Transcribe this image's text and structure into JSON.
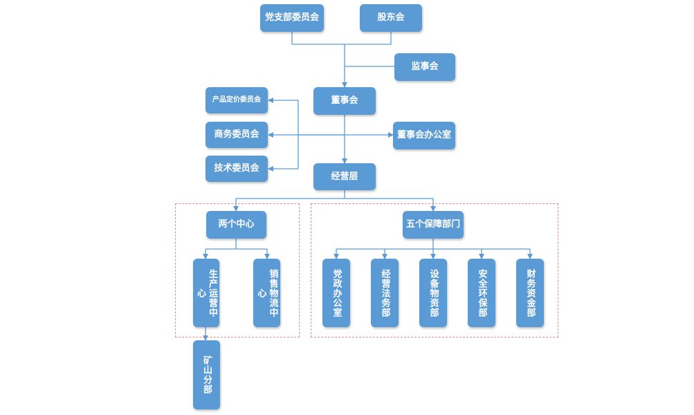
{
  "nodes": {
    "party_committee": "党支部委员会",
    "shareholders": "股东会",
    "supervisors": "监事会",
    "board": "董事会",
    "pricing_committee": "产品定价委员会",
    "business_committee": "商务委员会",
    "tech_committee": "技术委员会",
    "board_office": "董事会办公室",
    "management": "经营层",
    "two_centers": "两个中心",
    "five_departments": "五个保障部门",
    "production_center": "生产运营中心",
    "sales_center": "销售物流中心",
    "mine_branch": "矿山分部",
    "party_office": "党政办公室",
    "legal_dept": "经营法务部",
    "equipment_dept": "设备物资部",
    "safety_dept": "安全环保部",
    "finance_dept": "财务资金部"
  },
  "colors": {
    "node_fill": "#5b9bd5",
    "line": "#5b9bd5",
    "group_border": "#e88a8a"
  }
}
